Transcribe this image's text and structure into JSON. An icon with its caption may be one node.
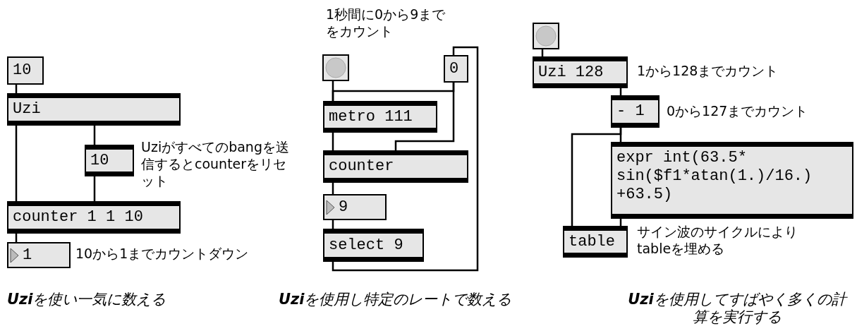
{
  "diagram": {
    "nodes": [
      {
        "text": [
          "10"
        ]
      },
      {
        "text": [
          "Uzi"
        ]
      },
      {
        "text": [
          "10"
        ]
      },
      {
        "text": [
          "counter 1 1 10"
        ]
      },
      {
        "text": [
          "1"
        ]
      },
      {
        "text": [],
        "shape": "button"
      },
      {
        "text": [
          "0"
        ]
      },
      {
        "text": [
          "metro 111"
        ]
      },
      {
        "text": [
          "counter"
        ]
      },
      {
        "text": [
          "9"
        ]
      },
      {
        "text": [
          "select 9"
        ]
      },
      {
        "text": [],
        "shape": "button"
      },
      {
        "text": [
          "Uzi 128"
        ]
      },
      {
        "text": [
          "- 1"
        ]
      },
      {
        "text": [
          "expr int(63.5* sin($f1*atan(1.)/16.) +63.5)"
        ]
      },
      {
        "text": [
          "table"
        ]
      }
    ],
    "edges": [
      {
        "from": 0,
        "to": 1,
        "arrow": "none"
      },
      {
        "from": 1,
        "to": 3,
        "arrow": "none"
      },
      {
        "from": 1,
        "to": 2,
        "arrow": "none"
      },
      {
        "from": 2,
        "to": 3,
        "arrow": "none"
      },
      {
        "from": 3,
        "to": 4,
        "arrow": "none"
      },
      {
        "from": 5,
        "to": 7,
        "arrow": "none"
      },
      {
        "from": 6,
        "to": 7,
        "arrow": "none"
      },
      {
        "from": 6,
        "to": 8,
        "arrow": "none"
      },
      {
        "from": 7,
        "to": 8,
        "arrow": "none"
      },
      {
        "from": 8,
        "to": 9,
        "arrow": "none"
      },
      {
        "from": 9,
        "to": 10,
        "arrow": "none"
      },
      {
        "from": 10,
        "to": 6,
        "arrow": "none"
      },
      {
        "from": 11,
        "to": 12,
        "arrow": "none"
      },
      {
        "from": 12,
        "to": 13,
        "arrow": "none"
      },
      {
        "from": 13,
        "to": 14,
        "arrow": "none"
      },
      {
        "from": 13,
        "to": 15,
        "arrow": "none"
      },
      {
        "from": 14,
        "to": 15,
        "arrow": "none"
      }
    ],
    "labels": [
      "1秒間に0から9までをカウント",
      "1から128までカウント",
      "0から127までカウント",
      "Uziがすべてのbangを送信するとcounterをリセット",
      "サイン波のサイクルによりtableを埋める",
      "10から1までカウントダウン",
      "**Uzi**を使い一気に数える",
      "**Uzi**を使用し特定のレートで数える",
      "**Uzi**を使用してすばやく多くの計算を実行する"
    ]
  }
}
